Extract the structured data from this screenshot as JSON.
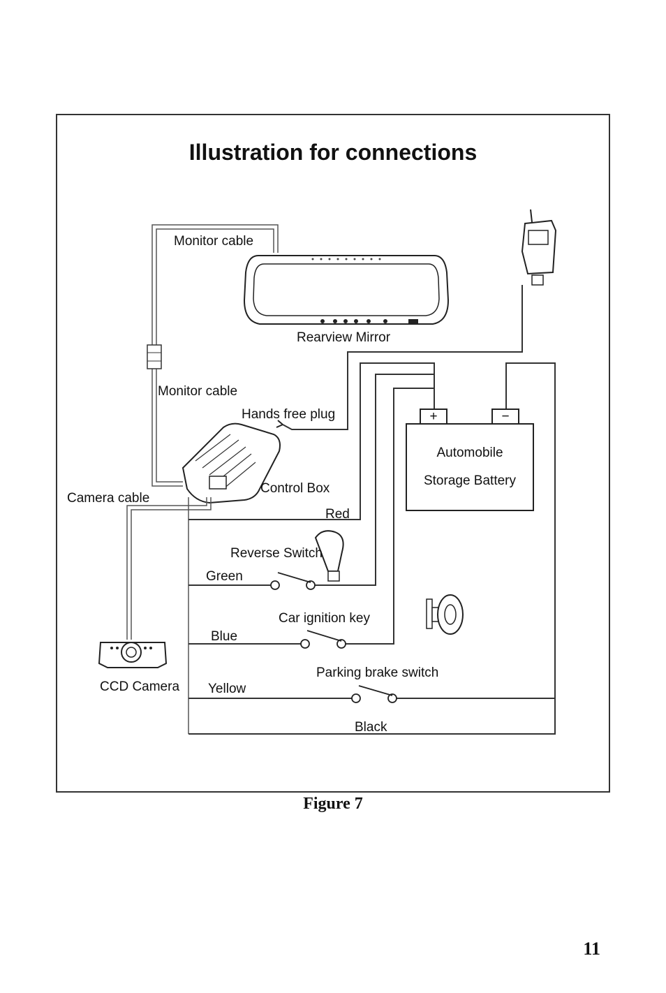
{
  "diagram": {
    "title": "Illustration for connections",
    "labels": {
      "monitor_cable_top": "Monitor cable",
      "rearview_mirror": "Rearview Mirror",
      "monitor_cable_mid": "Monitor cable",
      "hands_free_plug": "Hands free plug",
      "control_box": "Control Box",
      "camera_cable": "Camera cable",
      "battery_line1": "Automobile",
      "battery_line2": "Storage Battery",
      "battery_plus": "+",
      "battery_minus": "−",
      "red": "Red",
      "reverse_switch": "Reverse Switch",
      "green": "Green",
      "car_ignition_key": "Car ignition key",
      "blue": "Blue",
      "ccd_camera": "CCD Camera",
      "yellow": "Yellow",
      "parking_brake_switch": "Parking brake switch",
      "black": "Black"
    }
  },
  "caption": "Figure 7",
  "page_number": "11"
}
